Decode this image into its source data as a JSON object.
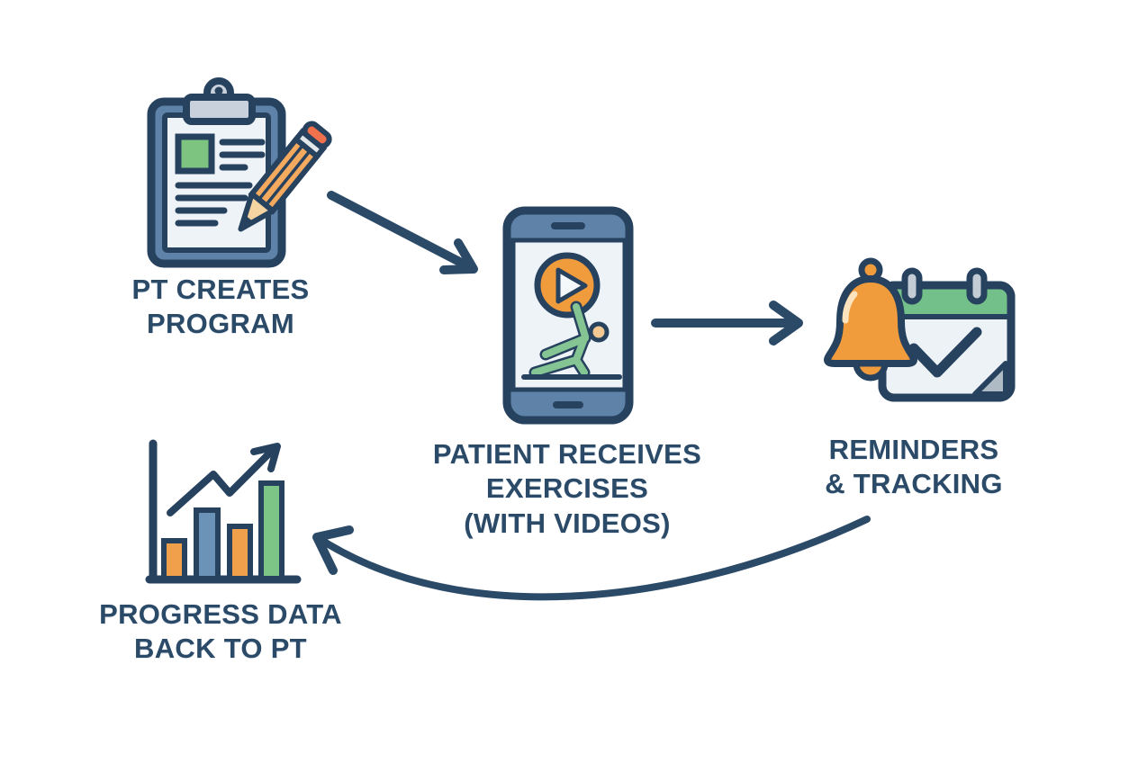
{
  "diagram": {
    "name": "physical-therapy-home-exercise-workflow",
    "background": "#ffffff",
    "steps": [
      {
        "id": "pt-creates-program",
        "icon": "clipboard-pencil-icon",
        "label": "PT CREATES\nPROGRAM"
      },
      {
        "id": "patient-receives-exercises",
        "icon": "phone-exercise-video-icon",
        "label": "PATIENT RECEIVES\nEXERCISES\n(WITH VIDEOS)"
      },
      {
        "id": "reminders-tracking",
        "icon": "bell-calendar-icon",
        "label": "REMINDERS\n& TRACKING"
      },
      {
        "id": "progress-data-back-to-pt",
        "icon": "bar-chart-trend-icon",
        "label": "PROGRESS DATA\nBACK TO PT"
      }
    ],
    "connectors": [
      {
        "from": "pt-creates-program",
        "to": "patient-receives-exercises",
        "type": "straight-diagonal-arrow"
      },
      {
        "from": "patient-receives-exercises",
        "to": "reminders-tracking",
        "type": "straight-horizontal-arrow"
      },
      {
        "from": "reminders-tracking",
        "to": "progress-data-back-to-pt",
        "type": "curved-arrow"
      }
    ],
    "colors": {
      "outline_navy": "#27425f",
      "text_navy": "#2b4a68",
      "steel_blue": "#5e82a8",
      "bar_blue": "#6b93b8",
      "orange": "#f09b3c",
      "orange_red": "#f0714c",
      "green": "#77c287",
      "green_square": "#7cc47f",
      "paper_white": "#eef3f8",
      "clip_gray": "#c9d2dc",
      "pencil_tip_tan": "#f6d4a2",
      "skin_tan": "#f2c993"
    }
  }
}
